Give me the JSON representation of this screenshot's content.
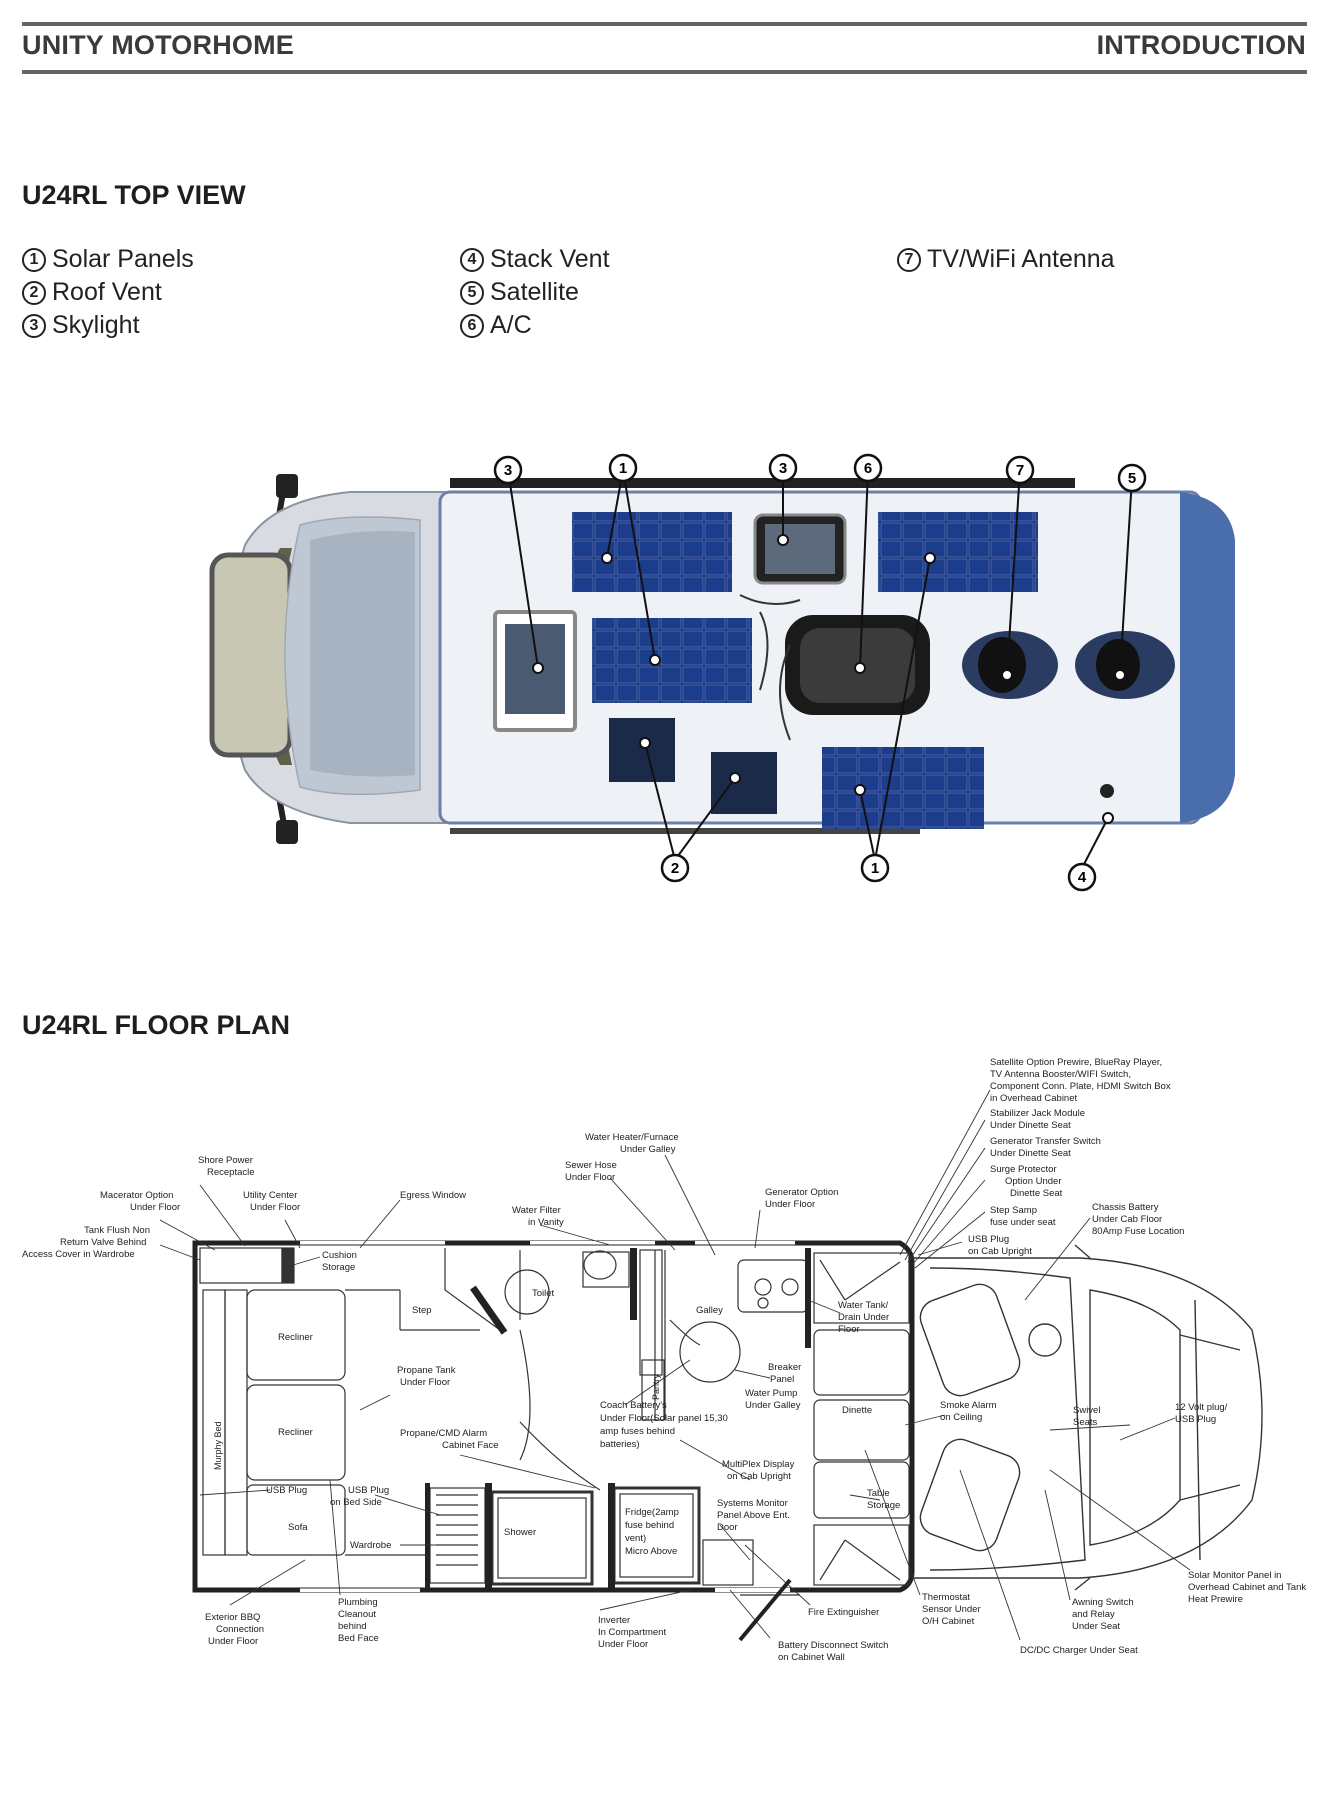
{
  "header": {
    "left": "UNITY MOTORHOME",
    "right": "INTRODUCTION"
  },
  "top_view": {
    "title": "U24RL TOP VIEW",
    "legend": [
      {
        "num": "1",
        "label": "Solar Panels"
      },
      {
        "num": "2",
        "label": "Roof Vent"
      },
      {
        "num": "3",
        "label": "Skylight"
      },
      {
        "num": "4",
        "label": "Stack Vent"
      },
      {
        "num": "5",
        "label": "Satellite"
      },
      {
        "num": "6",
        "label": "A/C"
      },
      {
        "num": "7",
        "label": "TV/WiFi Antenna"
      }
    ],
    "callouts": [
      "3",
      "1",
      "3",
      "6",
      "7",
      "5",
      "2",
      "1",
      "4"
    ]
  },
  "floor_plan": {
    "title": "U24RL FLOOR PLAN",
    "labels": {
      "satellite": [
        "Satellite Option Prewire, BlueRay Player,",
        "TV Antenna Booster/WIFI Switch,",
        "Component Conn. Plate, HDMI Switch Box",
        "in Overhead Cabinet"
      ],
      "stabilizer": [
        "Stabilizer Jack Module",
        "Under Dinette Seat"
      ],
      "gen_transfer": [
        "Generator Transfer Switch",
        "Under Dinette Seat"
      ],
      "surge": [
        "Surge Protector",
        "Option Under",
        "Dinette Seat"
      ],
      "step_samp": [
        "Step Samp",
        "fuse under seat"
      ],
      "usb_cab": [
        "USB Plug",
        "on Cab Upright"
      ],
      "chassis_battery": [
        "Chassis Battery",
        "Under Cab Floor",
        "80Amp Fuse Location"
      ],
      "water_heater": [
        "Water Heater/Furnace",
        "Under Galley"
      ],
      "sewer": [
        "Sewer Hose",
        "Under Floor"
      ],
      "generator": [
        "Generator Option",
        "Under Floor"
      ],
      "shore": [
        "Shore Power",
        "Receptacle"
      ],
      "macerator": [
        "Macerator Option",
        "Under Floor"
      ],
      "utility": [
        "Utility Center",
        "Under Floor"
      ],
      "egress": [
        "Egress Window"
      ],
      "water_filter": [
        "Water Filter",
        "in Vanity"
      ],
      "tank_flush": [
        "Tank Flush Non",
        "Return Valve Behind",
        "Access Cover in Wardrobe"
      ],
      "cushion": [
        "Cushion",
        "Storage"
      ],
      "step": "Step",
      "toilet": "Toilet",
      "galley": "Galley",
      "pantry": "Pantry",
      "recliner1": "Recliner",
      "recliner2": "Recliner",
      "murphy": "Murphy Bed",
      "propane_tank": [
        "Propane Tank",
        "Under Floor"
      ],
      "propane_alarm": [
        "Propane/CMD Alarm",
        "Cabinet Face"
      ],
      "water_tank": [
        "Water Tank/",
        "Drain Under",
        "Floor"
      ],
      "breaker": [
        "Breaker",
        "Panel"
      ],
      "water_pump": [
        "Water Pump",
        "Under Galley"
      ],
      "coach_battery": [
        "Coach Battery's",
        "Under Floor(Solar panel 15,30",
        "amp fuses behind",
        "batteries)"
      ],
      "dinette": "Dinette",
      "smoke": [
        "Smoke Alarm",
        "on Ceiling"
      ],
      "swivel": [
        "Swivel",
        "Seats"
      ],
      "volt12": [
        "12 Volt plug/",
        "USB Plug"
      ],
      "multiplex": [
        "MultiPlex Display",
        "on Cab Upright"
      ],
      "table": [
        "Table",
        "Storage"
      ],
      "usb_plug": "USB Plug",
      "usb_bed": [
        "USB Plug",
        "on Bed Side"
      ],
      "sofa": "Sofa",
      "wardrobe": "Wardrobe",
      "shower": "Shower",
      "fridge": [
        "Fridge(2amp",
        "fuse behind",
        "vent)",
        "Micro Above"
      ],
      "systems_monitor": [
        "Systems Monitor",
        "Panel Above Ent.",
        "Door"
      ],
      "solar_monitor": [
        "Solar Monitor Panel in",
        "Overhead Cabinet and Tank",
        "Heat Prewire"
      ],
      "bbq": [
        "Exterior BBQ",
        "Connection",
        "Under Floor"
      ],
      "plumbing": [
        "Plumbing",
        "Cleanout",
        "behind",
        "Bed Face"
      ],
      "inverter": [
        "Inverter",
        "In Compartment",
        "Under Floor"
      ],
      "fire": "Fire Extinguisher",
      "battery_disconnect": [
        "Battery Disconnect Switch",
        "on Cabinet Wall"
      ],
      "thermostat": [
        "Thermostat",
        "Sensor Under",
        "O/H Cabinet"
      ],
      "awning": [
        "Awning Switch",
        "and Relay",
        "Under Seat"
      ],
      "dcdc": "DC/DC Charger Under Seat"
    }
  }
}
